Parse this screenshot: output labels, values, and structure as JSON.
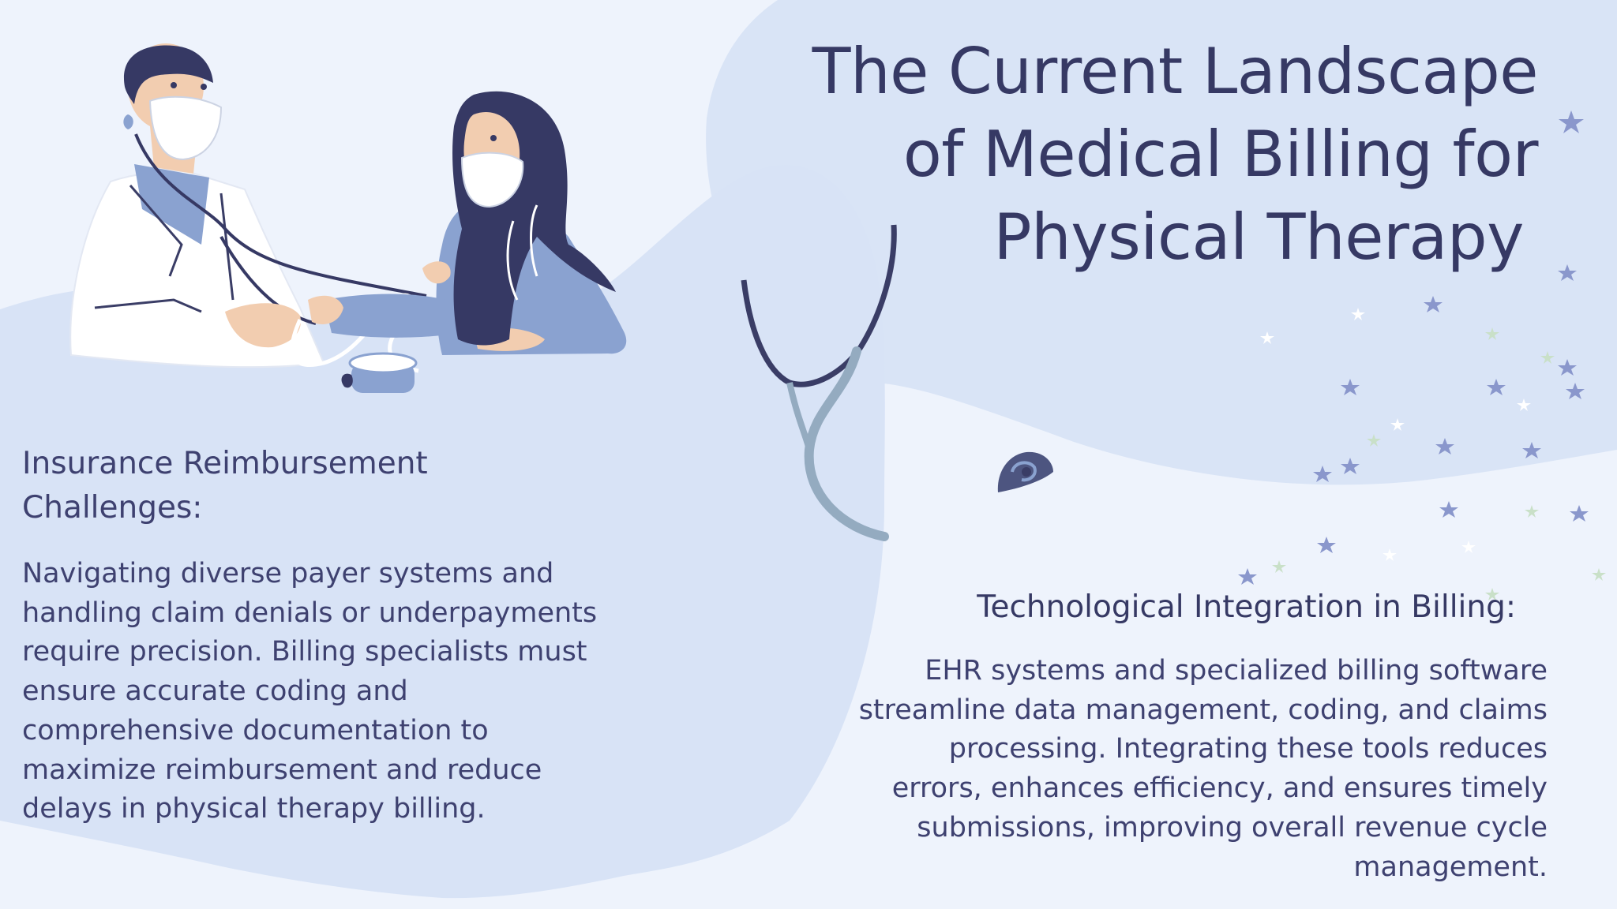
{
  "slide": {
    "title_lines": [
      "The Current Landscape",
      "of Medical Billing for",
      "Physical Therapy"
    ]
  },
  "sections": [
    {
      "heading_lines": [
        "Insurance Reimbursement",
        "Challenges:"
      ],
      "body": "Navigating diverse payer systems and handling claim denials or underpayments require precision. Billing specialists must ensure accurate coding and comprehensive documentation to maximize reimbursement and reduce delays in physical therapy billing."
    },
    {
      "heading": "Technological Integration in Billing:",
      "body": "EHR systems and specialized billing software streamline data management, coding, and claims processing. Integrating these tools reduces errors, enhances efficiency, and ensures timely submissions, improving overall revenue cycle management."
    }
  ],
  "colors": {
    "background": "#eef3fc",
    "blob": "#d8e3f6",
    "text": "#3e4170",
    "navy": "#3a3d66",
    "accent_blue": "#8aa2d0"
  },
  "icons": [
    "doctor-illustration",
    "patient-illustration",
    "stethoscope-illustration",
    "star-sparkles"
  ]
}
